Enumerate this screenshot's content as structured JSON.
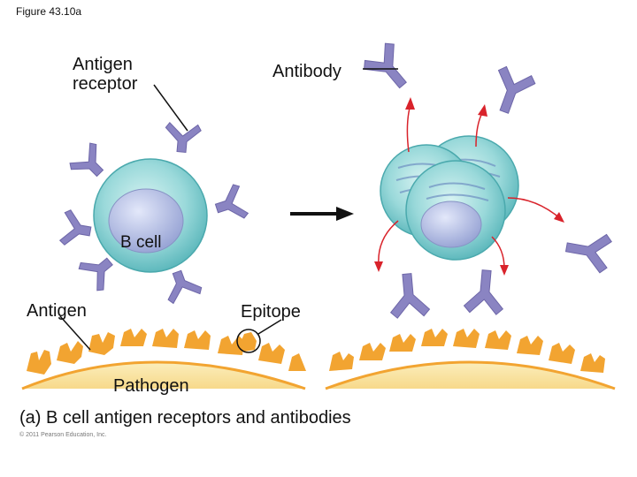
{
  "figure": {
    "title": "Figure 43.10a"
  },
  "labels": {
    "antigen_receptor": "Antigen\nreceptor",
    "antibody": "Antibody",
    "b_cell": "B cell",
    "antigen": "Antigen",
    "epitope": "Epitope",
    "pathogen": "Pathogen"
  },
  "caption": "(a) B cell antigen receptors and antibodies",
  "copyright": "© 2011 Pearson Education, Inc.",
  "colors": {
    "receptor": "#8a84c2",
    "receptor_dark": "#6d66a8",
    "cell": "#8fd3d7",
    "nucleus": "#b6bfe6",
    "pathogen": "#fae6a4",
    "antigen": "#f2a431",
    "arrow_red": "#d9232b"
  }
}
